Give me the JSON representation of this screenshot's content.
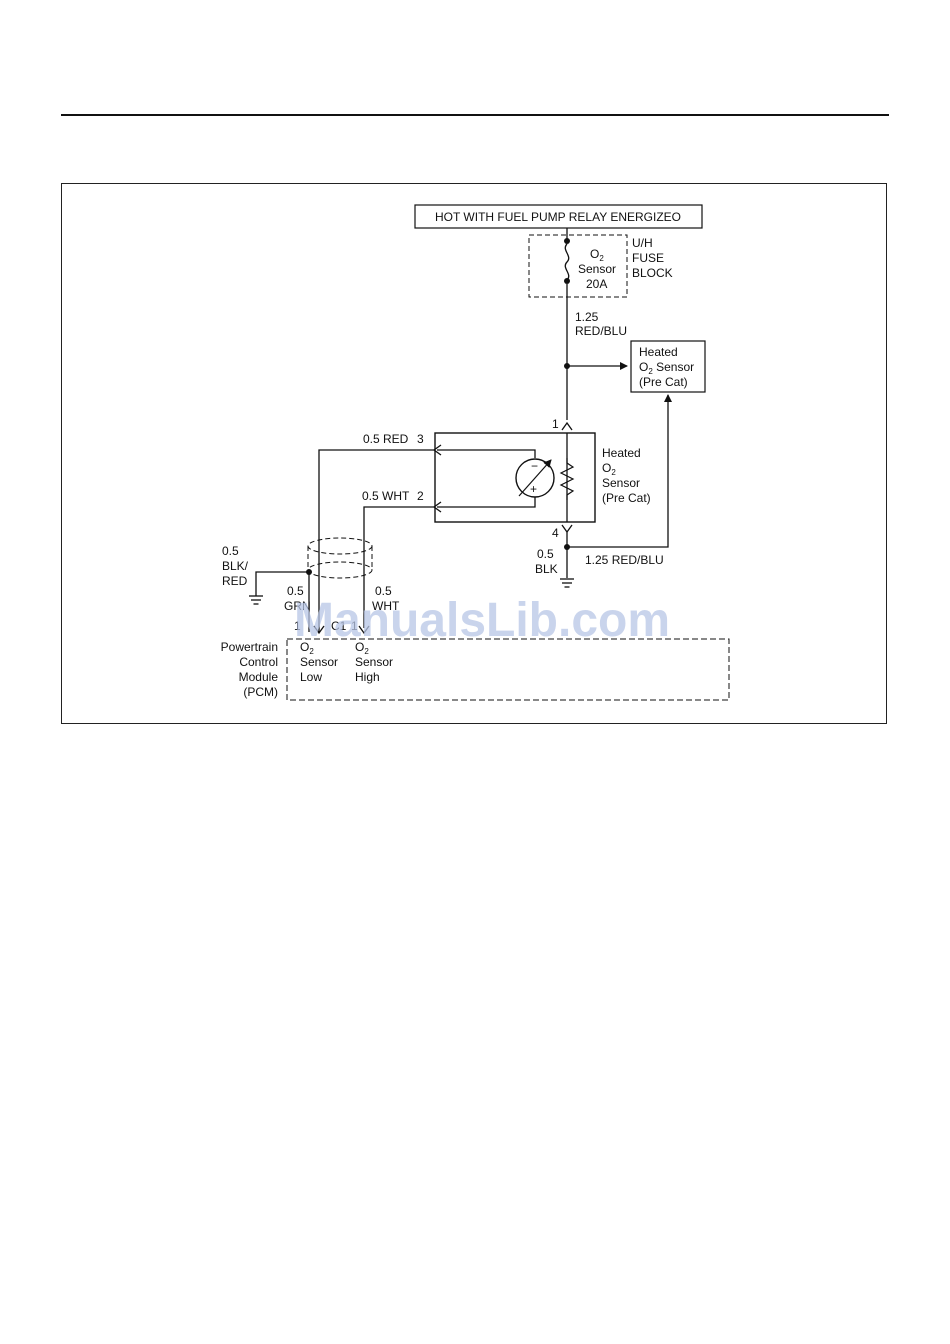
{
  "watermark": "ManualsLib.com",
  "diagram": {
    "power_source": "HOT WITH FUEL PUMP RELAY ENERGIZEO",
    "fuse": {
      "l1": "O",
      "l1_sub": "2",
      "l2": "Sensor",
      "l3": "20A"
    },
    "fuse_block": {
      "l1": "U/H",
      "l2": "FUSE",
      "l3": "BLOCK"
    },
    "feed_wire": {
      "l1": "1.25",
      "l2": "RED/BLU"
    },
    "heater_box": {
      "l1": "Heated",
      "l2a": "O",
      "l2sub": "2",
      "l2b": " Sensor",
      "l3": "(Pre Cat)"
    },
    "sensor": {
      "l1": "Heated",
      "l2": "O",
      "l2sub": "2",
      "l3": "Sensor",
      "l4": "(Pre Cat)",
      "pin1": "1",
      "pin4": "4",
      "minus": "−",
      "plus": "+"
    },
    "wire_red": "0.5 RED",
    "pin3": "3",
    "wire_wht": "0.5 WHT",
    "pin2": "2",
    "ground_wire": {
      "l1": "0.5",
      "l2": "BLK"
    },
    "return_wire": "1.25 RED/BLU",
    "shield_wire": {
      "l1": "0.5",
      "l2": "BLK/",
      "l3": "RED"
    },
    "low_wire": {
      "l1": "0.5",
      "l2": "GRN"
    },
    "high_wire": {
      "l1": "0.5",
      "l2": "WHT"
    },
    "connector": {
      "low_pin": "1",
      "c1": "C1",
      "high_pin": "1"
    },
    "pcm": {
      "l1": "Powertrain",
      "l2": "Control",
      "l3": "Module",
      "l4": "(PCM)"
    },
    "pcm_low": {
      "l1": "O",
      "l1sub": "2",
      "l2": "Sensor",
      "l3": "Low"
    },
    "pcm_high": {
      "l1": "O",
      "l1sub": "2",
      "l2": "Sensor",
      "l3": "High"
    }
  }
}
